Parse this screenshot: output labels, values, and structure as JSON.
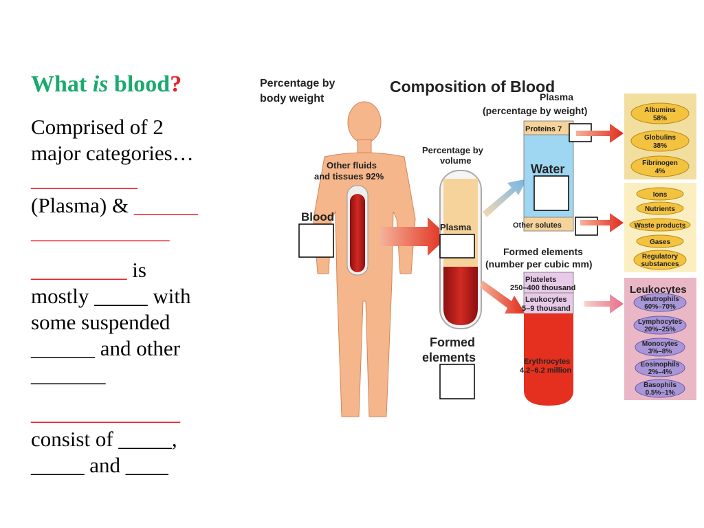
{
  "slide": {
    "title_a": "What ",
    "title_b": "is",
    "title_c": " blood",
    "title_q": "?",
    "lines": {
      "l1": "Comprised of 2",
      "l2": "major categories…",
      "l3": "__________",
      "l4a": "(Plasma) & ",
      "l4b": "______",
      "l5": "_____________",
      "l6a": "_________",
      "l6b": " is",
      "l7": "mostly _____ with",
      "l8": "some suspended",
      "l9": "______ and other",
      "l10": "_______",
      "l11": "______________",
      "l12": "consist of _____,",
      "l13": "_____ and ____"
    }
  },
  "figure": {
    "title": "Composition of Blood",
    "pct_body_weight": [
      "Percentage by",
      "body weight"
    ],
    "other_fluids": [
      "Other fluids",
      "and tissues 92%"
    ],
    "blood_label": "Blood",
    "pct_volume": [
      "Percentage by",
      "volume"
    ],
    "plasma_label": "Plasma",
    "formed_elements_label": [
      "Formed",
      "elements"
    ],
    "plasma_header": [
      "Plasma",
      "(percentage by weight)"
    ],
    "proteins": "Proteins 7",
    "water": "Water",
    "other_solutes": "Other solutes",
    "formed_header": [
      "Formed elements",
      "(number per cubic mm)"
    ],
    "platelets": [
      "Platelets",
      "250–400 thousand"
    ],
    "leukocytes_count": [
      "Leukocytes",
      "5–9 thousand"
    ],
    "erythrocytes": [
      "Erythrocytes",
      "4.2–6.2 million"
    ],
    "proteins_list": [
      [
        "Albumins",
        "58%"
      ],
      [
        "Globulins",
        "38%"
      ],
      [
        "Fibrinogen",
        "4%"
      ]
    ],
    "solutes_list": [
      "Ions",
      "Nutrients",
      "Waste products",
      "Gases",
      [
        "Regulatory",
        "substances"
      ]
    ],
    "leukocytes_title": "Leukocytes",
    "leukocytes_list": [
      [
        "Neutrophils",
        "60%–70%"
      ],
      [
        "Lymphocytes",
        "20%–25%"
      ],
      [
        "Monocytes",
        "3%–8%"
      ],
      [
        "Eosinophils",
        "2%–4%"
      ],
      [
        "Basophils",
        "0.5%–1%"
      ]
    ],
    "colors": {
      "protein_panel": "#f2dfa0",
      "solute_panel": "#fbefc2",
      "leuko_panel": "#eab7c6",
      "pill_yellow": "#f3c23f",
      "pill_purple": "#a896d8",
      "water_blue": "#9fd6f2",
      "blood_red": "#d9241e",
      "plasma_tan": "#f6d39a",
      "skin": "#f4b68a"
    }
  }
}
